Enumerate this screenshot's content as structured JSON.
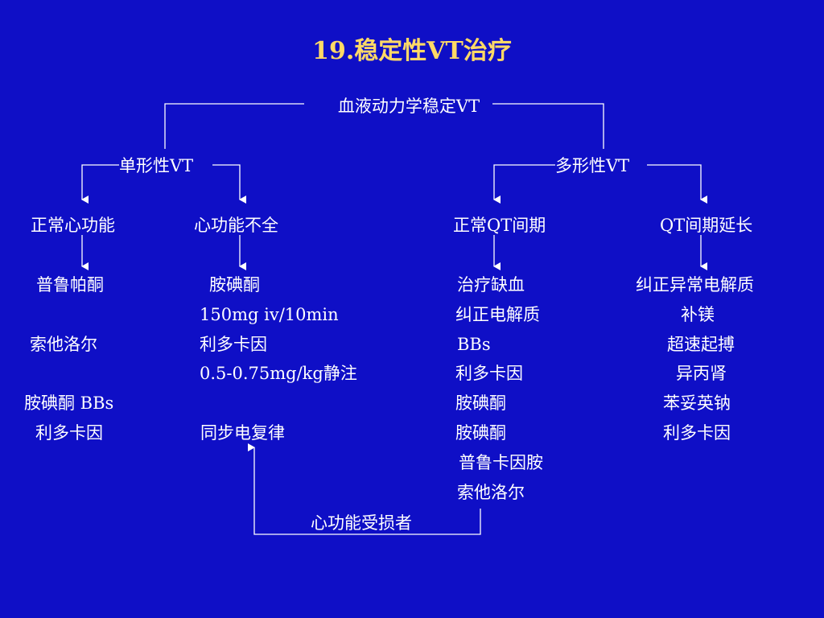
{
  "title": "19.稳定性VT治疗",
  "root": "血液动力学稳定VT",
  "branches": {
    "monomorphic": "单形性VT",
    "polymorphic": "多形性VT"
  },
  "subgroups": {
    "normal_function": "正常心功能",
    "heart_failure": "心功能不全",
    "normal_qt": "正常QT间期",
    "long_qt": "QT间期延长"
  },
  "treatments": {
    "normal_function": [
      "普鲁帕酮",
      "索他洛尔",
      "胺碘酮 BBs",
      "利多卡因"
    ],
    "heart_failure": [
      "胺碘酮",
      "150mg iv/10min",
      "利多卡因",
      "0.5-0.75mg/kg静注",
      "同步电复律"
    ],
    "normal_qt": [
      "治疗缺血",
      "纠正电解质",
      "BBs",
      "利多卡因",
      "胺碘酮",
      "胺碘酮",
      "普鲁卡因胺",
      "索他洛尔"
    ],
    "long_qt": [
      "纠正异常电解质",
      "补镁",
      "超速起搏",
      "异丙肾",
      "苯妥英钠",
      "利多卡因"
    ]
  },
  "feedback_label": "心功能受损者",
  "colors": {
    "background": "#0F0FC6",
    "title": "#FFD966",
    "text": "#FFFFFF",
    "lines": "#FFFFFF"
  }
}
